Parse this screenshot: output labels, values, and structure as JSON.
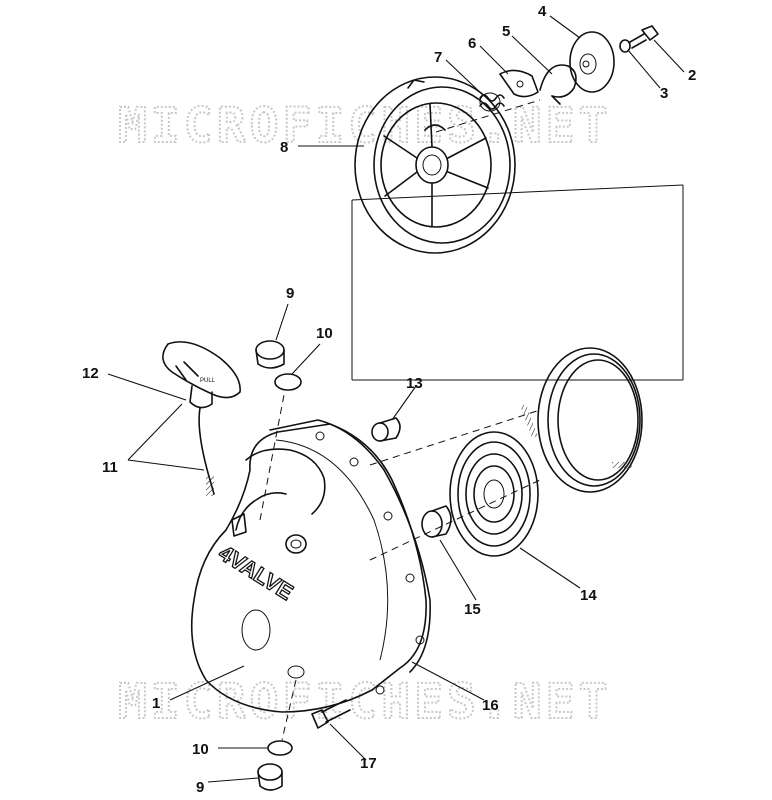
{
  "watermark": "MICROFICHES.NET",
  "housing_emboss": "4VALVE",
  "handle_grip_text": "PULL",
  "callouts": [
    {
      "label": "1"
    },
    {
      "label": "2"
    },
    {
      "label": "3"
    },
    {
      "label": "4"
    },
    {
      "label": "5"
    },
    {
      "label": "6"
    },
    {
      "label": "7"
    },
    {
      "label": "8"
    },
    {
      "label": "9"
    },
    {
      "label": "10"
    },
    {
      "label": "11"
    },
    {
      "label": "12"
    },
    {
      "label": "13"
    },
    {
      "label": "14"
    },
    {
      "label": "15"
    },
    {
      "label": "16"
    },
    {
      "label": "17"
    },
    {
      "label": "10"
    },
    {
      "label": "9"
    }
  ]
}
